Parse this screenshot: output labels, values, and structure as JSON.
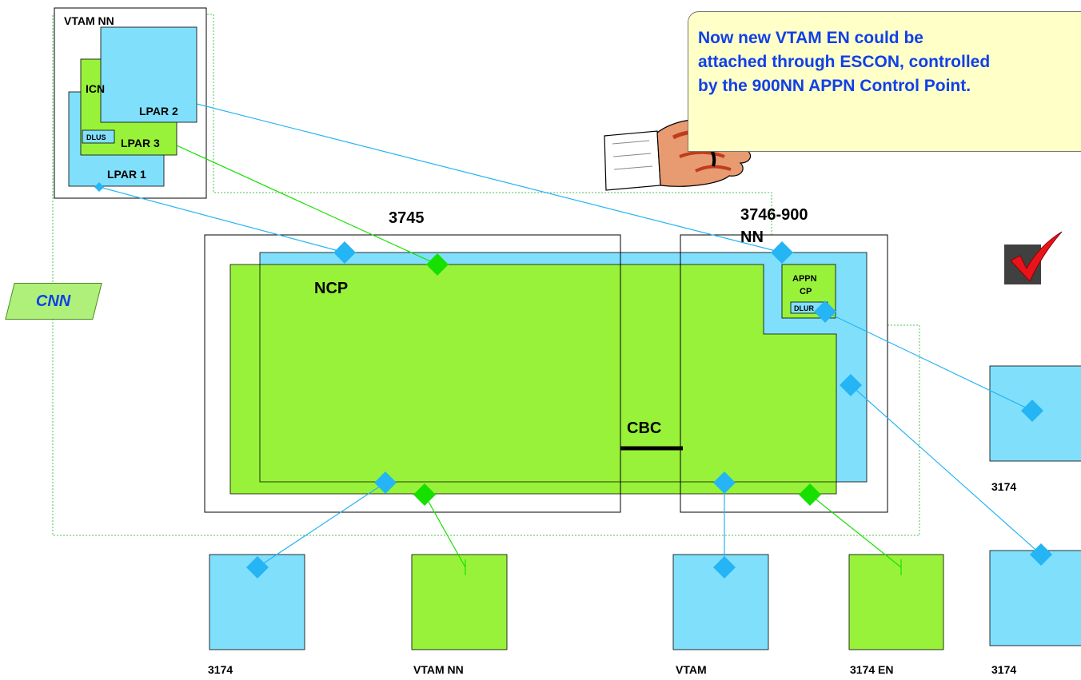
{
  "callout": {
    "lines": [
      "Now new VTAM  EN could be",
      "attached through ESCON, controlled",
      "by the 900NN APPN Control Point."
    ]
  },
  "labels": {
    "vtam_nn_host": "VTAM  NN",
    "icn": "ICN",
    "lpar2": "LPAR 2",
    "dlus": "DLUS",
    "lpar3": "LPAR 3",
    "lpar1": "LPAR 1",
    "cnn": "CNN",
    "c3745": "3745",
    "c3746": "3746-900",
    "nn": "NN",
    "ncp": "NCP",
    "appn": "APPN",
    "cp": "CP",
    "dlur": "DLUR",
    "cbc": "CBC",
    "b1": "3174",
    "b2": "VTAM NN",
    "b3": "VTAM",
    "b4": "3174 EN",
    "b5": "3174",
    "r1": "3174"
  },
  "colors": {
    "green": "#99f23a",
    "blue": "#80e0fc",
    "diamond_blue": "#25b4f4",
    "diamond_green": "#17e000",
    "text_blue": "#1040e8",
    "callout_bg": "#ffffc8",
    "check_red": "#e8141a"
  },
  "icons": [
    "pointing-hand-icon",
    "checkmark-icon"
  ]
}
